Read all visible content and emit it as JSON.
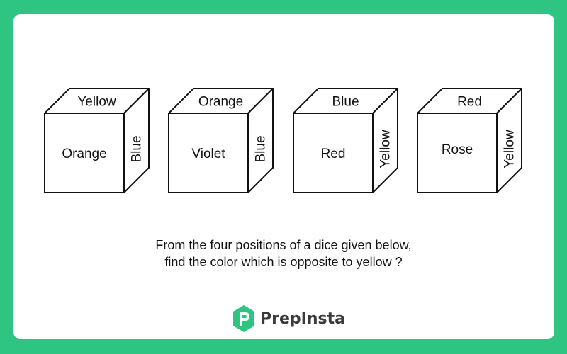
{
  "dice": [
    {
      "top": "Yellow",
      "front": "Orange",
      "side": "Blue"
    },
    {
      "top": "Orange",
      "front": "Violet",
      "side": "Blue"
    },
    {
      "top": "Blue",
      "front": "Red",
      "side": "Yellow"
    },
    {
      "top": "Red",
      "front": "Rose",
      "side": "Yellow"
    }
  ],
  "question": {
    "line1": "From the four positions of a dice given below,",
    "line2": "find the color which is opposite to yellow ?"
  },
  "brand": {
    "name": "PrepInsta",
    "logo_color": "#2ec482"
  }
}
